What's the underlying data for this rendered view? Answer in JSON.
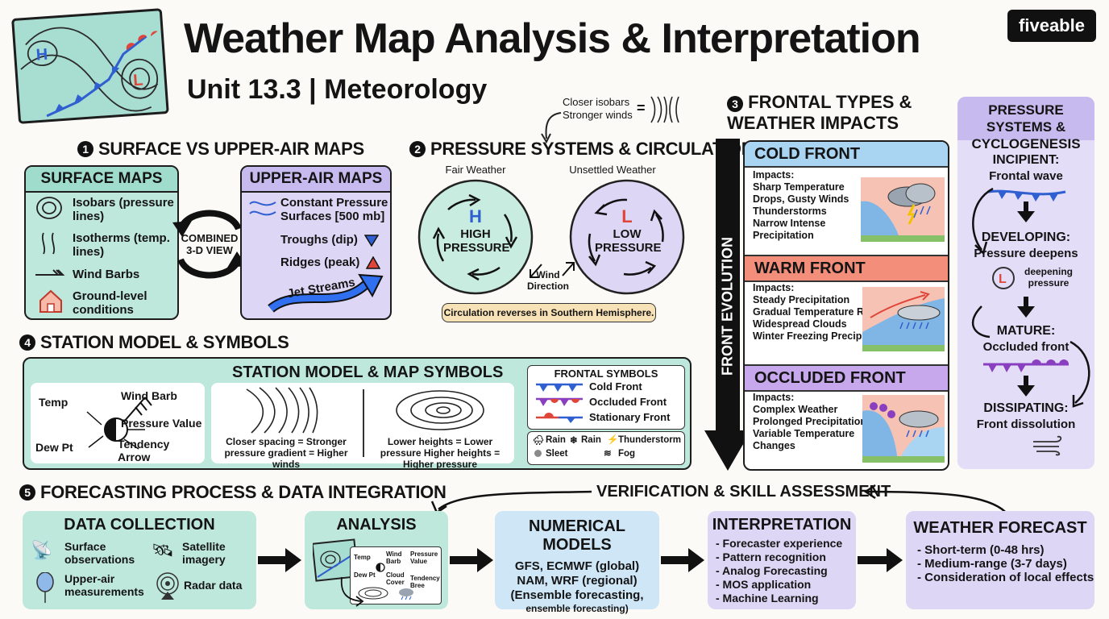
{
  "header": {
    "title": "Weather Map Analysis & Interpretation",
    "subtitle": "Unit 13.3 | Meteorology",
    "logo": "fiveable"
  },
  "isobar_note": {
    "line1": "Closer isobars",
    "line2": "Stronger winds",
    "equals": "="
  },
  "s1": {
    "num": "1",
    "title": "SURFACE VS UPPER-AIR MAPS",
    "surface": {
      "title": "SURFACE MAPS",
      "items": [
        "Isobars (pressure lines)",
        "Isotherms (temp. lines)",
        "Wind Barbs",
        "Ground-level conditions"
      ]
    },
    "combined": "COMBINED 3-D VIEW",
    "upper": {
      "title": "UPPER-AIR MAPS",
      "items": [
        "Constant Pressure Surfaces [500 mb]",
        "Troughs (dip)",
        "Ridges (peak)"
      ],
      "jet": "Jet Streams"
    }
  },
  "s2": {
    "num": "2",
    "title": "PRESSURE SYSTEMS & CIRCULATION",
    "fair": "Fair Weather",
    "unsettled": "Unsettled Weather",
    "high_letter": "H",
    "high_label": "HIGH PRESSURE",
    "low_letter": "L",
    "low_label": "LOW PRESSURE",
    "wind_dir": "Wind Direction",
    "note": "Circulation reverses in Southern Hemisphere."
  },
  "s3": {
    "num": "3",
    "title": "FRONTAL TYPES & WEATHER IMPACTS",
    "evolution": "FRONT EVOLUTION",
    "fronts": [
      {
        "name": "COLD FRONT",
        "impacts_label": "Impacts:",
        "impacts": [
          "Sharp Temperature",
          "Drops, Gusty Winds",
          "Thunderstorms",
          "Narrow Intense",
          "Precipitation"
        ]
      },
      {
        "name": "WARM FRONT",
        "impacts_label": "Impacts:",
        "impacts": [
          "Steady Precipitation",
          "Gradual Temperature Rise",
          "Widespread Clouds",
          "Winter Freezing Precip."
        ]
      },
      {
        "name": "OCCLUDED FRONT",
        "impacts_label": "Impacts:",
        "impacts": [
          "Complex Weather",
          "Prolonged Precipitation",
          "Variable Temperature",
          "Changes"
        ]
      }
    ]
  },
  "cyclo": {
    "title": "PRESSURE SYSTEMS & CYCLOGENESIS",
    "stages": [
      {
        "name": "INCIPIENT:",
        "desc": "Frontal wave"
      },
      {
        "name": "DEVELOPING:",
        "desc": "Pressure deepens"
      },
      {
        "name": "MATURE:",
        "desc": "Occluded front"
      },
      {
        "name": "DISSIPATING:",
        "desc": "Front dissolution"
      }
    ],
    "deepening": "deepening pressure",
    "low_letter": "L"
  },
  "s4": {
    "num": "4",
    "title": "STATION MODEL & SYMBOLS",
    "panel_title": "STATION MODEL & MAP SYMBOLS",
    "model": {
      "temp": "Temp",
      "dew": "Dew Pt",
      "barb": "Wind Barb",
      "pressure": "Pressure Value",
      "tendency": "Tendency Arrow"
    },
    "isobar_caption": "Closer spacing = Stronger pressure gradient = Higher winds",
    "contour_caption": "Lower heights = Lower pressure Higher heights = Higher pressure",
    "frontal_title": "FRONTAL SYMBOLS",
    "frontal": [
      "Cold Front",
      "Occluded Front",
      "Stationary Front"
    ],
    "wx": [
      "Rain",
      "Rain",
      "Thunderstorm",
      "Sleet",
      "Fog"
    ]
  },
  "s5": {
    "num": "5",
    "title": "FORECASTING PROCESS & DATA INTEGRATION",
    "verification": "VERIFICATION & SKILL ASSESSMENT",
    "collection": {
      "title": "DATA COLLECTION",
      "items": [
        "Surface observations",
        "Satellite imagery",
        "Upper-air measurements",
        "Radar data"
      ]
    },
    "analysis": {
      "title": "ANALYSIS",
      "mini": [
        "Temp",
        "Wind Barb",
        "Pressure Value",
        "Dew Pt",
        "Cloud Cover",
        "Tendency Bree"
      ]
    },
    "models": {
      "title": "NUMERICAL MODELS",
      "lines": [
        "GFS, ECMWF (global)",
        "NAM, WRF (regional)",
        "(Ensemble forecasting,",
        "ensemble forecasting)"
      ]
    },
    "interpretation": {
      "title": "INTERPRETATION",
      "items": [
        "- Forecaster experience",
        "- Pattern recognition",
        "- Analog Forecasting",
        "- MOS application",
        "- Machine Learning"
      ]
    },
    "forecast": {
      "title": "WEATHER FORECAST",
      "items": [
        "- Short-term (0-48 hrs)",
        "- Medium-range (3-7 days)",
        "- Consideration of local effects"
      ]
    }
  },
  "colors": {
    "teal": "#bfe8dc",
    "lavender": "#ddd6f5",
    "light_blue": "#cfe6f7",
    "cold_blue": "#2f5fd0",
    "warm_red": "#e0453a",
    "occluded_purple": "#8a3fc0",
    "cold_head": "#a9d4f2",
    "warm_head": "#f38e7b",
    "occ_head": "#c8a8ec"
  }
}
